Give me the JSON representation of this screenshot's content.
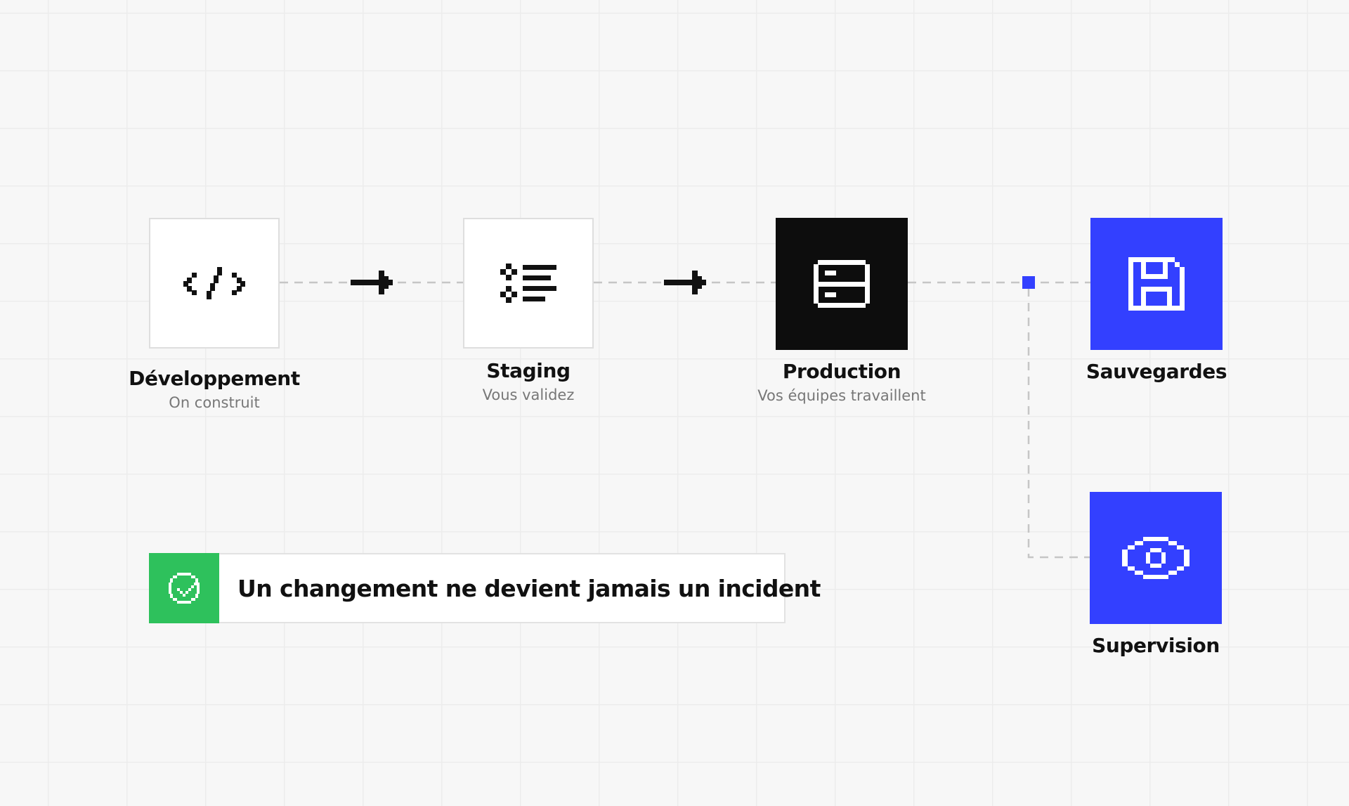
{
  "colors": {
    "background": "#f7f7f7",
    "tile_light": "#ffffff",
    "tile_dark": "#0d0d0d",
    "accent_blue": "#3340ff",
    "success_green": "#2ec15c",
    "connector": "#c6c6c6"
  },
  "pipeline": {
    "stages": [
      {
        "title": "Développement",
        "subtitle": "On construit",
        "icon": "code-icon"
      },
      {
        "title": "Staging",
        "subtitle": "Vous validez",
        "icon": "checklist-icon"
      },
      {
        "title": "Production",
        "subtitle": "Vos équipes travaillent",
        "icon": "server-icon"
      }
    ],
    "services": [
      {
        "title": "Sauvegardes",
        "icon": "floppy-disk-icon"
      },
      {
        "title": "Supervision",
        "icon": "eye-icon"
      }
    ]
  },
  "banner": {
    "text": "Un changement ne devient jamais un incident",
    "icon": "check-circle-icon"
  }
}
